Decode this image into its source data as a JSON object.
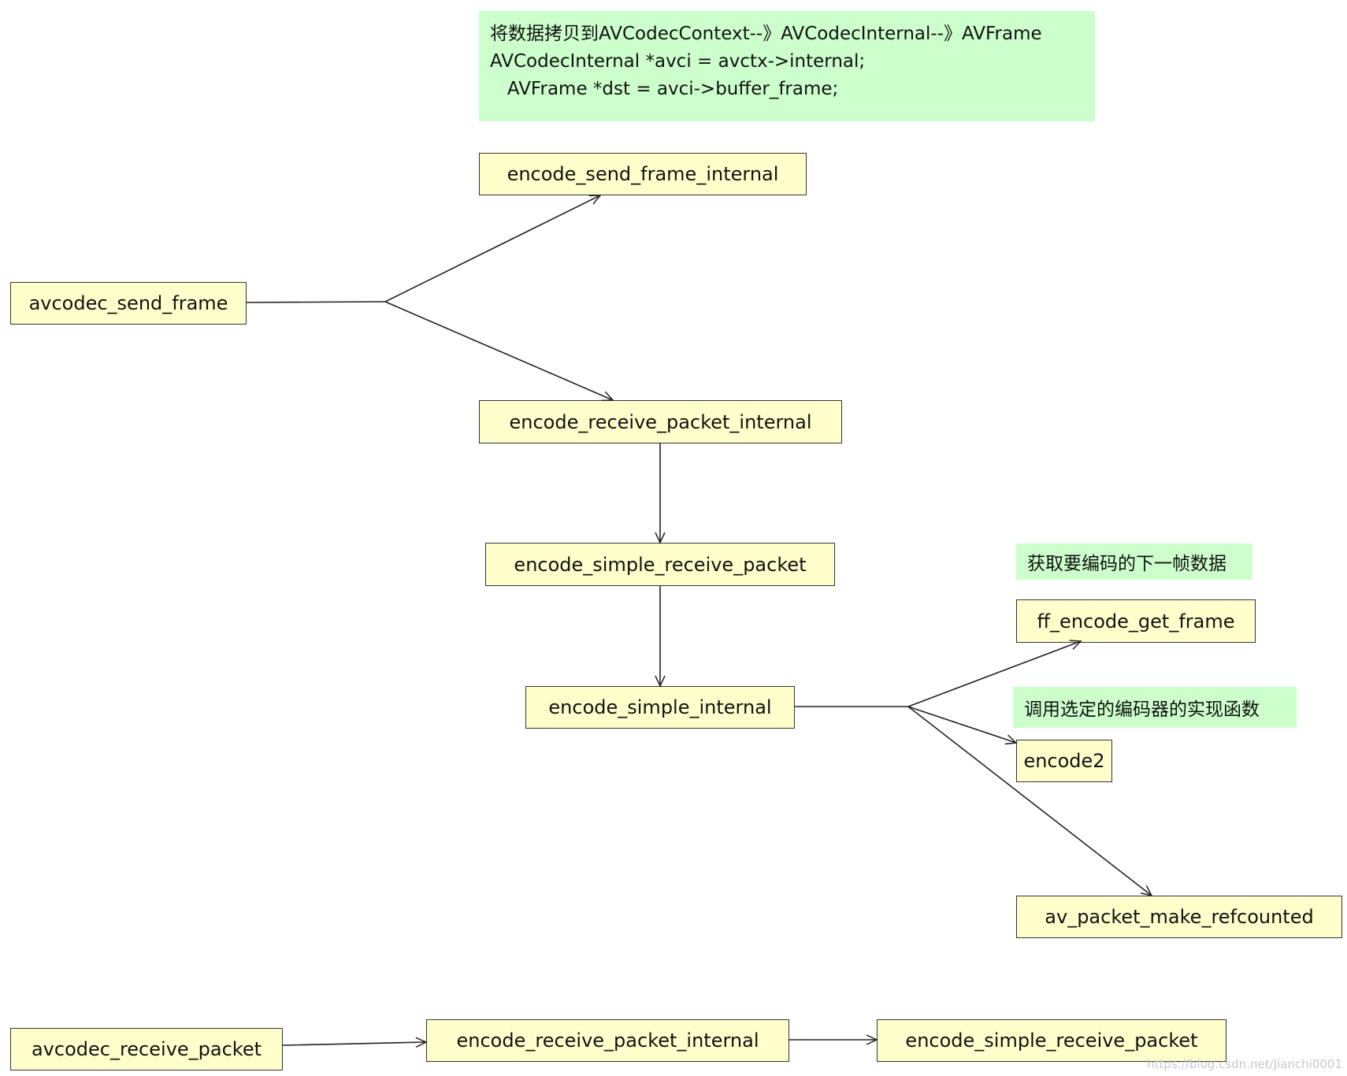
{
  "note_top": {
    "lines": [
      "将数据拷贝到AVCodecContext--》AVCodecInternal--》AVFrame",
      "AVCodecInternal *avci = avctx->internal;",
      "   AVFrame *dst = avci->buffer_frame;"
    ]
  },
  "note_get_frame": "获取要编码的下一帧数据",
  "note_encode2": "调用选定的编码器的实现函数",
  "nodes": {
    "avcodec_send_frame": "avcodec_send_frame",
    "encode_send_frame_internal": "encode_send_frame_internal",
    "encode_receive_packet_internal": "encode_receive_packet_internal",
    "encode_simple_receive_packet": "encode_simple_receive_packet",
    "encode_simple_internal": "encode_simple_internal",
    "ff_encode_get_frame": "ff_encode_get_frame",
    "encode2": "encode2",
    "av_packet_make_refcounted": "av_packet_make_refcounted",
    "avcodec_receive_packet": "avcodec_receive_packet",
    "encode_receive_packet_internal_2": "encode_receive_packet_internal",
    "encode_simple_receive_packet_2": "encode_simple_receive_packet"
  },
  "watermark": "https://blog.csdn.net/Jianchi0001",
  "colors": {
    "node_fill": "#ffffcc",
    "note_fill": "#ccffcc",
    "edge": "#222222"
  }
}
